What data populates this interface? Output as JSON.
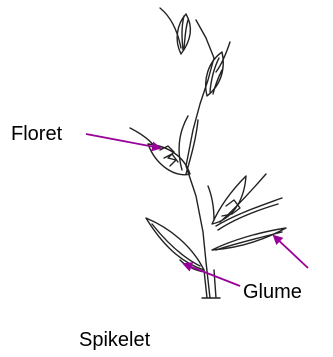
{
  "labels": {
    "floret": "Floret",
    "glume": "Glume",
    "caption": "Spikelet"
  },
  "colors": {
    "arrow": "#990099",
    "ink": "#222222"
  }
}
